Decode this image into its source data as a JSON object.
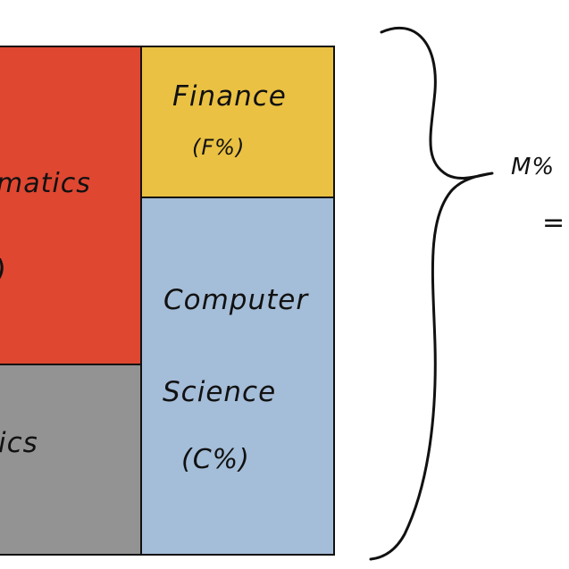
{
  "colors": {
    "mathematics": "#df4731",
    "finance": "#eac142",
    "computer_science": "#a4bdd8",
    "statistics": "#939393"
  },
  "blocks": {
    "mathematics": {
      "line1": "matics",
      "line2": ")"
    },
    "finance": {
      "line1": "Finance",
      "line2": "(F%)"
    },
    "computer_science": {
      "line1": "Computer",
      "line2": "Science",
      "line3": "(C%)"
    },
    "statistics": {
      "line1": "ics"
    }
  },
  "brace": {
    "line1": "M%",
    "line2": "="
  }
}
